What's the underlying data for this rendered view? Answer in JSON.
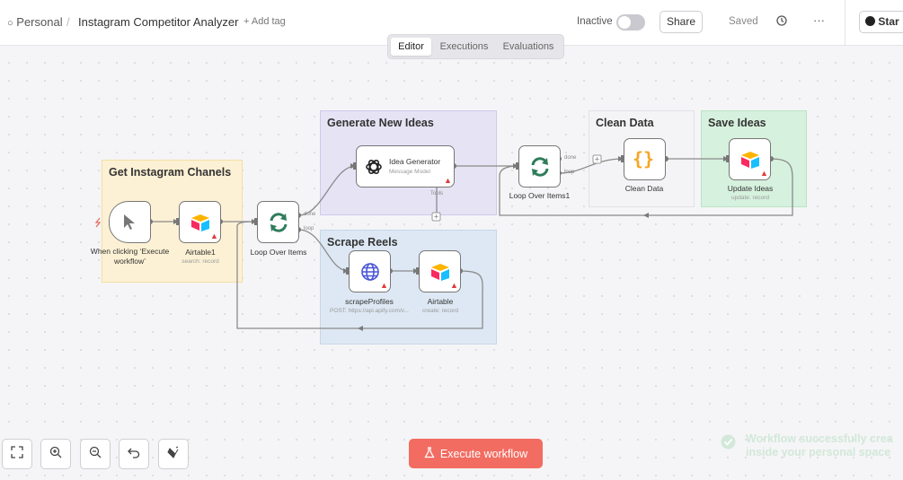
{
  "header": {
    "workspace": "Personal",
    "workflow_title": "Instagram Competitor Analyzer",
    "add_tag": "+ Add tag",
    "status_label": "Inactive",
    "share_label": "Share",
    "saved_label": "Saved",
    "more_label": "···",
    "github_label": "Star"
  },
  "tabs": [
    "Editor",
    "Executions",
    "Evaluations"
  ],
  "active_tab": "Editor",
  "groups": {
    "get_channels": "Get Instagram Chanels",
    "generate_ideas": "Generate New Ideas",
    "scrape_reels": "Scrape Reels",
    "clean_data": "Clean Data",
    "save_ideas": "Save Ideas"
  },
  "nodes": {
    "trigger": {
      "label": "When clicking ‘Execute workflow’"
    },
    "airtable1": {
      "label": "Airtable1",
      "sub": "search: record"
    },
    "loop": {
      "label": "Loop Over Items",
      "port_done": "done",
      "port_loop": "loop"
    },
    "idea_generator": {
      "label": "Idea Generator",
      "sub": "Message Model",
      "port_tools": "Tools"
    },
    "loop1": {
      "label": "Loop Over Items1",
      "port_done": "done",
      "port_loop": "loop"
    },
    "clean_data": {
      "label": "Clean Data"
    },
    "update_ideas": {
      "label": "Update Ideas",
      "sub": "update: record"
    },
    "scrape_profiles": {
      "label": "scrapeProfiles",
      "sub": "POST: https://api.apify.com/v..."
    },
    "airtable": {
      "label": "Airtable",
      "sub": "create: record"
    }
  },
  "toolbar": {
    "execute_label": "Execute workflow",
    "tools": [
      "fit-view-icon",
      "zoom-in-icon",
      "zoom-out-icon",
      "undo-icon",
      "tidy-up-icon"
    ]
  },
  "toast": {
    "line1": "Workflow successfully crea",
    "line2": "inside your personal space"
  },
  "colors": {
    "accent": "#f26c61",
    "loop_green": "#2f7d5b",
    "group_yellow": "#fcf1d4",
    "group_purple": "#e6e3f5",
    "group_blue": "#dde8f4",
    "group_gray": "#f4f4f6",
    "group_green": "#d6f1dd"
  }
}
